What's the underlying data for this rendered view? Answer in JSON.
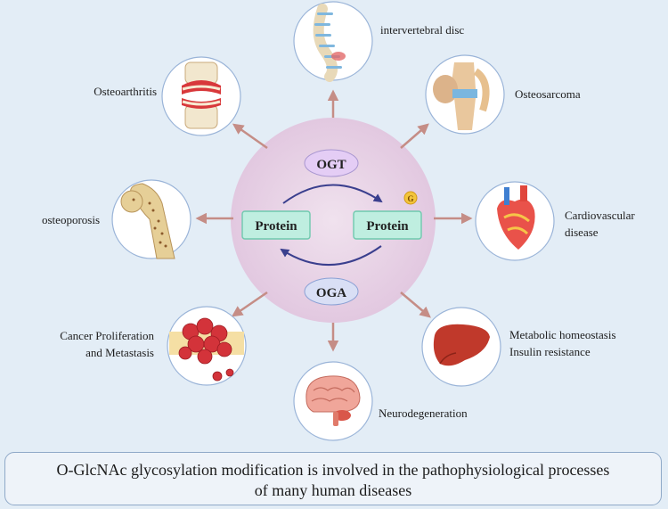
{
  "center": {
    "ogt": "OGT",
    "oga": "OGA",
    "protein_left": "Protein",
    "protein_right": "Protein",
    "g_badge": "G"
  },
  "diseases": {
    "intervertebral_disc": "intervertebral disc",
    "osteoarthritis": "Osteoarthritis",
    "osteosarcoma": "Osteosarcoma",
    "osteoporosis": "osteoporosis",
    "cardiovascular_line1": "Cardiovascular",
    "cardiovascular_line2": "disease",
    "cancer_line1": "Cancer Proliferation",
    "cancer_line2": "and Metastasis",
    "metabolic_line1": "Metabolic homeostasis",
    "metabolic_line2": "Insulin resistance",
    "neuro": "Neurodegeneration"
  },
  "caption": {
    "line1": "O-GlcNAc glycosylation modification is involved in the pathophysiological processes",
    "line2": "of many human diseases"
  },
  "colors": {
    "background": "#e3edf6",
    "center_circle": "#ead6e8",
    "protein_box": "#bfeee0",
    "enzyme_ellipse": "#e4cdf5",
    "arrow": "#c58d86",
    "curve_arrow": "#3a3f8e",
    "node_fill": "#ffffff",
    "node_stroke": "#9ab4d8"
  },
  "icons": {
    "intervertebral_disc": "spine-icon",
    "osteoarthritis": "knee-joint-icon",
    "osteosarcoma": "knee-tumor-icon",
    "osteoporosis": "hip-bone-icon",
    "cardiovascular": "heart-icon",
    "cancer": "cancer-cells-icon",
    "metabolic": "liver-icon",
    "neuro": "brain-icon"
  }
}
